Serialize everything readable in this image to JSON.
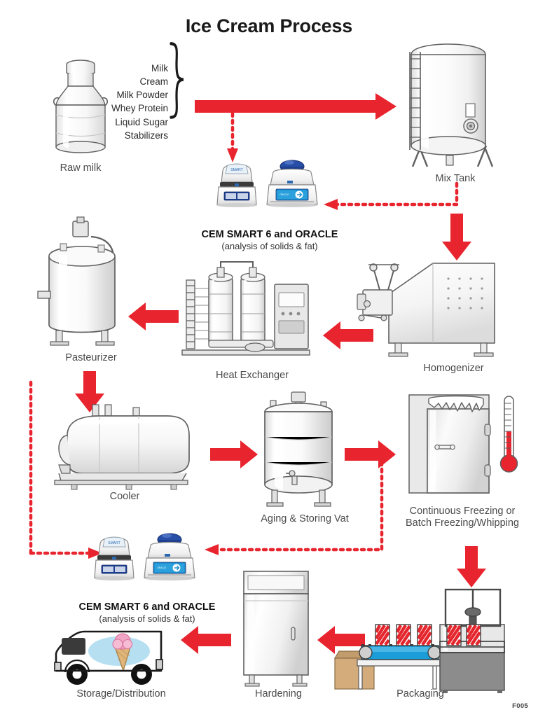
{
  "diagram": {
    "title": "Ice Cream Process",
    "footer_code": "F005",
    "colors": {
      "arrow_red": "#E8252E",
      "equipment_outline": "#4d4d4d",
      "equipment_fill": "#f2f2f2",
      "conveyor_blue": "#1b9dd9",
      "carton_red": "#e4272e",
      "box_tan": "#d4ab7b",
      "cone_pink": "#f2a6c6",
      "cone_tan": "#e0b57a",
      "truck_oval_blue": "#b7dff2",
      "instrument_blue": "#1f3f8f",
      "text_gray": "#4a4a4a"
    }
  },
  "ingredients": {
    "label": "ingredient-list",
    "items": [
      "Milk",
      "Cream",
      "Milk Powder",
      "Whey Protein",
      "Liquid Sugar",
      "Stabilizers"
    ]
  },
  "nodes": {
    "raw_milk": {
      "label": "Raw milk"
    },
    "mix_tank": {
      "label": "Mix Tank"
    },
    "instrument_top": {
      "label": "CEM SMART 6 and ORACLE",
      "sub": "(analysis of solids & fat)"
    },
    "instrument_bottom": {
      "label": "CEM SMART 6 and ORACLE",
      "sub": "(analysis of solids & fat)"
    },
    "homogenizer": {
      "label": "Homogenizer"
    },
    "heat_exchanger": {
      "label": "Heat Exchanger"
    },
    "pasteurizer": {
      "label": "Pasteurizer"
    },
    "cooler": {
      "label": "Cooler"
    },
    "aging_vat": {
      "label": "Aging & Storing Vat"
    },
    "freezing": {
      "label": "Continuous Freezing or\nBatch Freezing/Whipping"
    },
    "packaging": {
      "label": "Packaging"
    },
    "hardening": {
      "label": "Hardening"
    },
    "storage": {
      "label": "Storage/Distribution"
    }
  },
  "flow": {
    "steps": [
      "Raw milk",
      "Mix Tank",
      "Homogenizer",
      "Heat Exchanger",
      "Pasteurizer",
      "Cooler",
      "Aging & Storing Vat",
      "Continuous Freezing or Batch Freezing/Whipping",
      "Packaging",
      "Hardening",
      "Storage/Distribution"
    ],
    "sampling_branches": [
      "Mix Tank to CEM SMART 6 and ORACLE",
      "Ingredients to CEM SMART 6 and ORACLE",
      "Aging & Storing Vat to CEM SMART 6 and ORACLE",
      "CEM SMART 6 and ORACLE to Pasteurizer"
    ]
  }
}
